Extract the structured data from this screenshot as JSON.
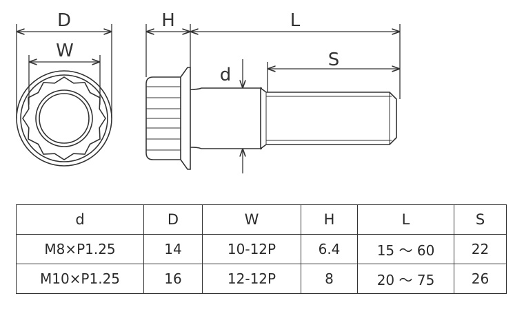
{
  "drawing": {
    "labels": {
      "D": "D",
      "W": "W",
      "H": "H",
      "L": "L",
      "S": "S",
      "d": "d"
    }
  },
  "table": {
    "headers": [
      "d",
      "D",
      "W",
      "H",
      "L",
      "S"
    ],
    "rows": [
      [
        "M8×P1.25",
        "14",
        "10-12P",
        "6.4",
        "15 ～ 60",
        "22"
      ],
      [
        "M10×P1.25",
        "16",
        "12-12P",
        "8",
        "20 ～ 75",
        "26"
      ]
    ]
  }
}
